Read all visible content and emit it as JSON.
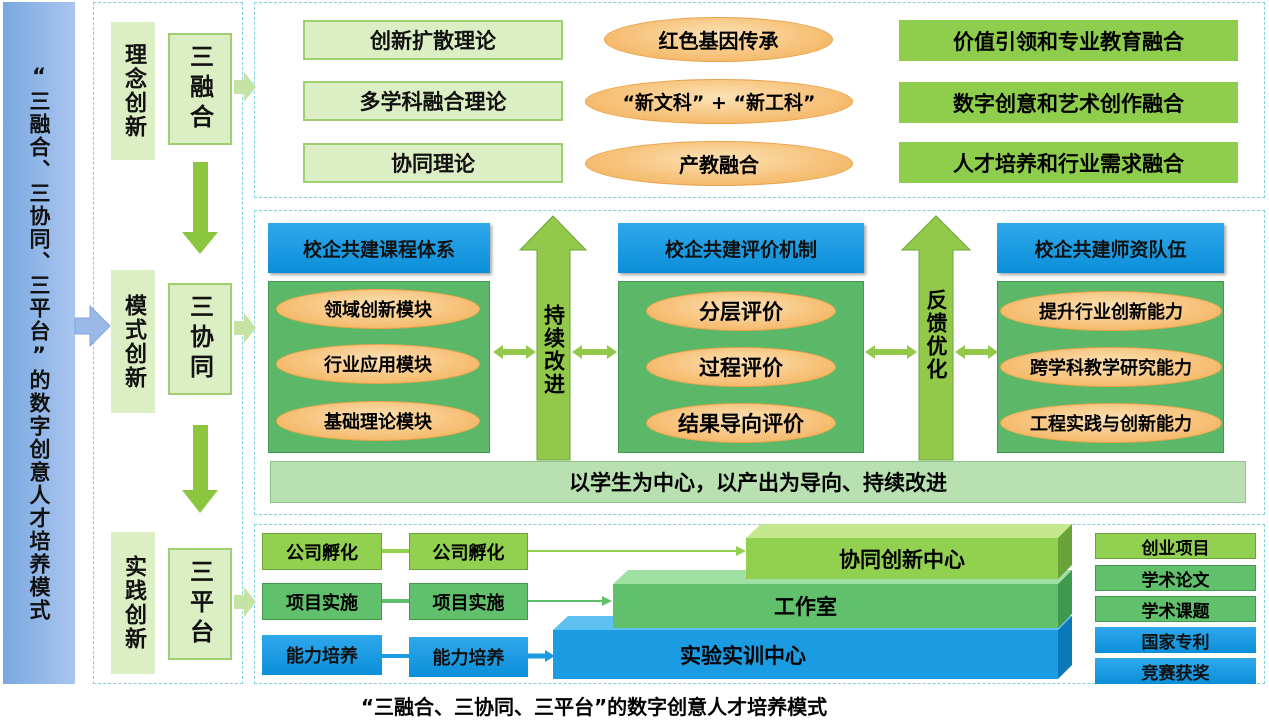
{
  "left_banner": "“三融合、三协同、三平台”的数字创意人才培养模式",
  "rows": [
    {
      "innovation": "理念创新",
      "pillar": "三融合"
    },
    {
      "innovation": "模式创新",
      "pillar": "三协同"
    },
    {
      "innovation": "实践创新",
      "pillar": "三平台"
    }
  ],
  "top": {
    "theories": [
      "创新扩散理论",
      "多学科融合理论",
      "协同理论"
    ],
    "ovals": [
      "红色基因传承",
      "“新文科” + “新工科”",
      "产教融合"
    ],
    "fusions": [
      "价值引领和专业教育融合",
      "数字创意和艺术创作融合",
      "人才培养和行业需求融合"
    ]
  },
  "middle": {
    "headers": [
      "校企共建课程体系",
      "校企共建评价机制",
      "校企共建师资队伍"
    ],
    "course_modules": [
      "领域创新模块",
      "行业应用模块",
      "基础理论模块"
    ],
    "evaluations": [
      "分层评价",
      "过程评价",
      "结果导向评价"
    ],
    "abilities": [
      "提升行业创新能力",
      "跨学科教学研究能力",
      "工程实践与创新能力"
    ],
    "arrow1": "持续改进",
    "arrow2": "反馈优化",
    "bottom_bar": "以学生为中心，以产出为导向、持续改进"
  },
  "bottom": {
    "left_labels": [
      "公司孵化",
      "项目实施",
      "能力培养"
    ],
    "mid_labels": [
      "公司孵化",
      "项目实施",
      "能力培养"
    ],
    "platforms": [
      "协同创新中心",
      "工作室",
      "实验实训中心"
    ],
    "outcomes": [
      "创业项目",
      "学术论文",
      "学术课题",
      "国家专利",
      "竞赛获奖"
    ]
  },
  "caption": "“三融合、三协同、三平台”的数字创意人才培养模式"
}
